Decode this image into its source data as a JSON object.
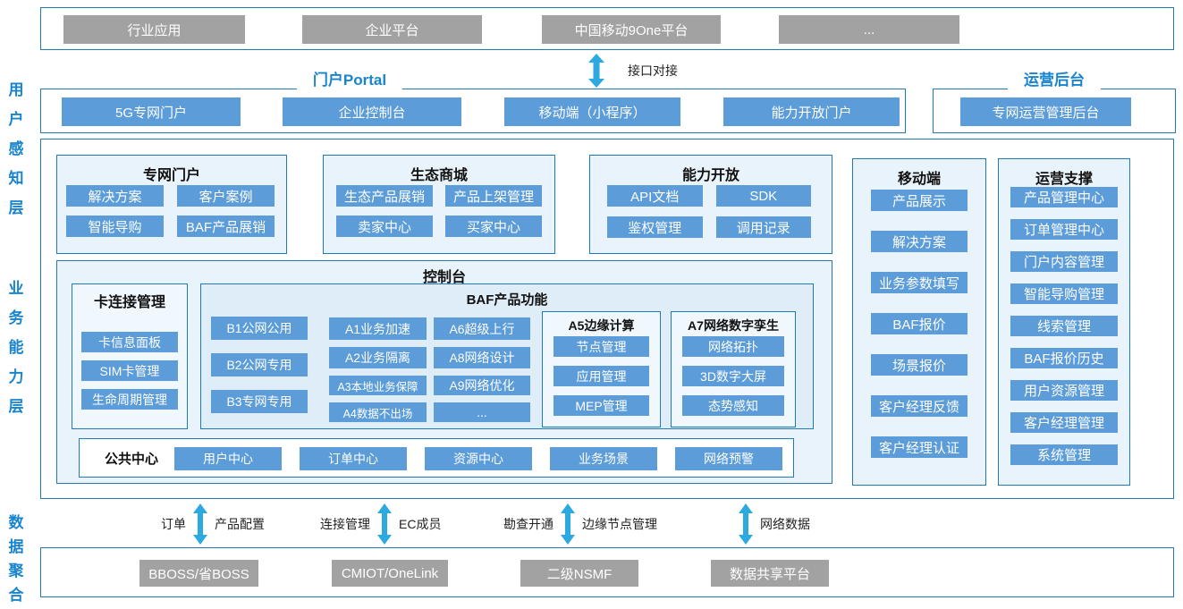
{
  "colors": {
    "item_blue": "#5B9CD9",
    "border_blue": "#1E7AB9",
    "header_blue": "#1884CE",
    "system_gray": "#A2A2A2",
    "arrow_cyan": "#2BA9E0",
    "panel_bg": "#E9F3FB"
  },
  "layers": {
    "top": "用户感知层",
    "middle": "业务能力层",
    "bottom": "数据聚合层"
  },
  "external": {
    "items": [
      "行业应用",
      "企业平台",
      "中国移动9One平台",
      "..."
    ]
  },
  "interface_link": {
    "label": "接口对接"
  },
  "portal": {
    "title": "门户Portal",
    "items": [
      "5G专网门户",
      "企业控制台",
      "移动端（小程序）",
      "能力开放门户"
    ]
  },
  "ops": {
    "title": "运营后台",
    "items": [
      "专网运营管理后台"
    ]
  },
  "panels": {
    "private_portal": {
      "title": "专网门户",
      "items": [
        "解决方案",
        "客户案例",
        "智能导购",
        "BAF产品展销"
      ]
    },
    "eco_mall": {
      "title": "生态商城",
      "items": [
        "生态产品展销",
        "产品上架管理",
        "卖家中心",
        "买家中心"
      ]
    },
    "capability": {
      "title": "能力开放",
      "items": [
        "API文档",
        "SDK",
        "鉴权管理",
        "调用记录"
      ]
    },
    "mobile": {
      "title": "移动端",
      "items": [
        "产品展示",
        "解决方案",
        "业务参数填写",
        "BAF报价",
        "场景报价",
        "客户经理反馈",
        "客户经理认证"
      ]
    },
    "ops_support": {
      "title": "运营支撑",
      "items": [
        "产品管理中心",
        "订单管理中心",
        "门户内容管理",
        "智能导购管理",
        "线索管理",
        "BAF报价历史",
        "用户资源管理",
        "客户经理管理",
        "系统管理"
      ]
    }
  },
  "console": {
    "title": "控制台",
    "card_mgmt": {
      "title": "卡连接管理",
      "items": [
        "卡信息面板",
        "SIM卡管理",
        "生命周期管理"
      ]
    },
    "baf": {
      "title": "BAF产品功能",
      "col_b": [
        "B1公网公用",
        "B2公网专用",
        "B3专网专用"
      ],
      "col_a1": [
        "A1业务加速",
        "A2业务隔离",
        "A3本地业务保障",
        "A4数据不出场"
      ],
      "col_a2": [
        "A6超级上行",
        "A8网络设计",
        "A9网络优化",
        "..."
      ],
      "edge": {
        "title": "A5边缘计算",
        "items": [
          "节点管理",
          "应用管理",
          "MEP管理"
        ]
      },
      "twin": {
        "title": "A7网络数字孪生",
        "items": [
          "网络拓扑",
          "3D数字大屏",
          "态势感知"
        ]
      }
    },
    "common": {
      "title": "公共中心",
      "items": [
        "用户中心",
        "订单中心",
        "资源中心",
        "业务场景",
        "网络预警"
      ]
    }
  },
  "flows": [
    {
      "left": "订单",
      "right": "产品配置"
    },
    {
      "left": "连接管理",
      "right": "EC成员"
    },
    {
      "left": "勘查开通",
      "right": "边缘节点管理"
    },
    {
      "right": "网络数据"
    }
  ],
  "downstream": {
    "items": [
      "BBOSS/省BOSS",
      "CMIOT/OneLink",
      "二级NSMF",
      "数据共享平台"
    ]
  }
}
